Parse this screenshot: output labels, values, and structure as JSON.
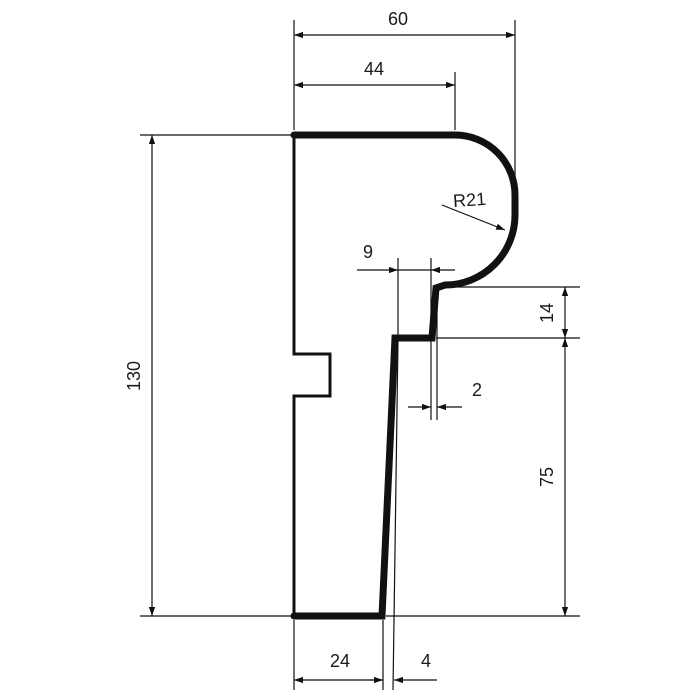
{
  "drawing": {
    "stroke_color": "#111111",
    "background": "#ffffff"
  },
  "dimensions": {
    "overall_width": "60",
    "top_flat_width": "44",
    "radius": "R21",
    "step_width": "9",
    "step_height": "14",
    "offset": "2",
    "total_height": "130",
    "lower_height": "75",
    "base_width": "24",
    "base_offset": "4"
  }
}
